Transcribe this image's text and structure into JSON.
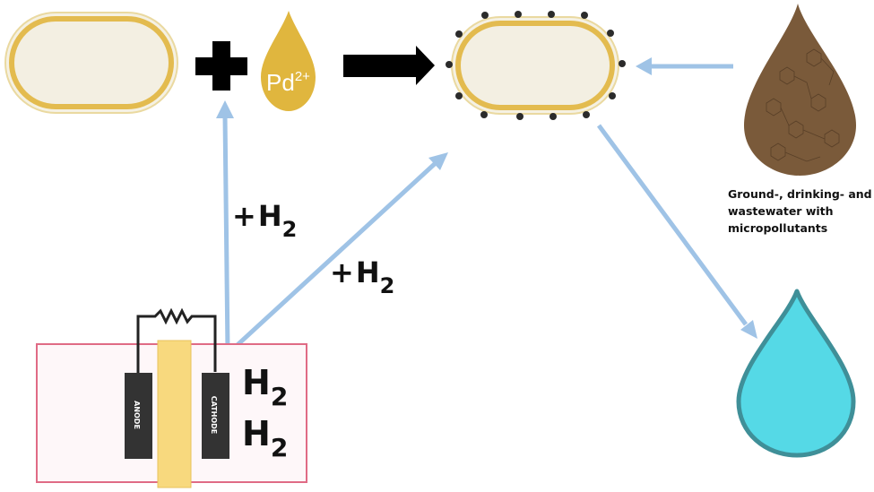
{
  "diagram": {
    "pd_ion": {
      "base": "Pd",
      "charge": "2+"
    },
    "h2_labels": {
      "plus_h2_vertical": {
        "prefix": "+",
        "base": "H",
        "sub": "2"
      },
      "plus_h2_diagonal": {
        "prefix": "+",
        "base": "H",
        "sub": "2"
      },
      "cell_h2_top": {
        "base": "H",
        "sub": "2"
      },
      "cell_h2_bottom": {
        "base": "H",
        "sub": "2"
      }
    },
    "electrodes": {
      "anode": "ANODE",
      "cathode": "CATHODE"
    },
    "polluted_water_caption": "Ground-, drinking- and wastewater with micropollutants",
    "colors": {
      "cell_fill": "#f3efe2",
      "cell_wall": "#e3bb4f",
      "pd_drop": "#e0b63e",
      "nanoparticle": "#2b2b2b",
      "flow_arrow": "#9fc3e6",
      "reactor_border": "#e06b85",
      "reactor_fill": "#fef7f9",
      "membrane": "#f8d97e",
      "electrode": "#333333",
      "polluted_drop": "#7a5a3a",
      "clean_drop": "#55d9e6",
      "clean_drop_border": "#3f8f98"
    }
  }
}
